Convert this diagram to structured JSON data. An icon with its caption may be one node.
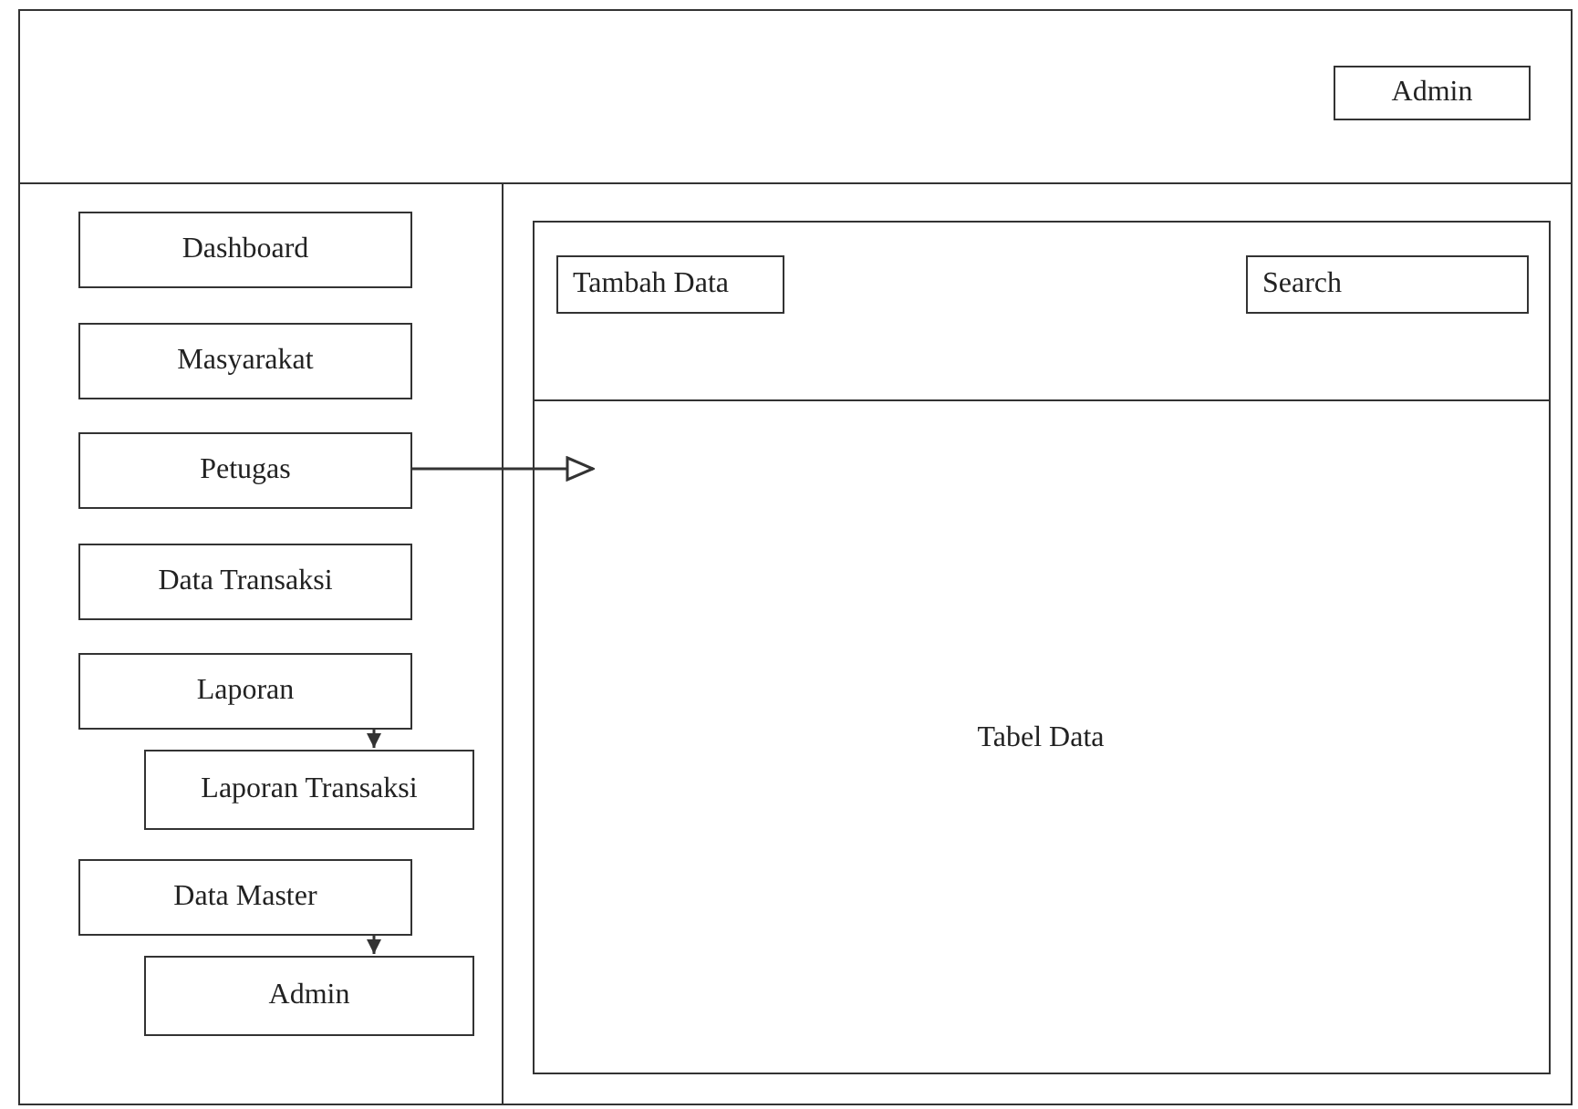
{
  "diagram": {
    "nodes": [
      {
        "text": [],
        "shape": "box"
      },
      {
        "text": [
          "Admin"
        ],
        "in": 0
      },
      {
        "text": [],
        "shape": "box"
      },
      {
        "text": [
          "Dashboard"
        ],
        "in": 2
      },
      {
        "text": [
          "Masyarakat"
        ],
        "in": 2
      },
      {
        "text": [
          "Petugas"
        ],
        "in": 2
      },
      {
        "text": [
          "Data Transaksi"
        ],
        "in": 2
      },
      {
        "text": [
          "Laporan"
        ],
        "in": 2
      },
      {
        "text": [
          "Laporan Transaksi"
        ],
        "in": 2
      },
      {
        "text": [
          "Data Master"
        ],
        "in": 2
      },
      {
        "text": [
          "Admin"
        ],
        "in": 2
      },
      {
        "text": [],
        "shape": "box"
      },
      {
        "text": [],
        "shape": "box",
        "in": 11
      },
      {
        "text": [
          "Tambah Data"
        ],
        "in": 12
      },
      {
        "text": [
          "Search"
        ],
        "in": 12
      },
      {
        "text": [
          "Tabel Data"
        ],
        "in": 12
      }
    ],
    "edges": [
      {
        "from": 5,
        "to": 15,
        "arrow": "to"
      },
      {
        "from": 7,
        "to": 8,
        "arrow": "to"
      },
      {
        "from": 9,
        "to": 10,
        "arrow": "to"
      }
    ]
  }
}
